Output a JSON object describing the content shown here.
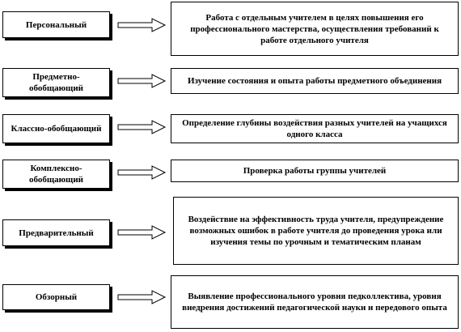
{
  "rows": [
    {
      "type": "Персональный",
      "purpose": "Работа с отдельным учителем в целях повышения его профессионального мастерства, осуществления требований к работе отдельного учителя"
    },
    {
      "type": "Предметно-обобщающий",
      "purpose": "Изучение состояния и опыта работы предметного объединения"
    },
    {
      "type": "Классно-обобщающий",
      "purpose": "Определение глубины воздействия разных учителей на учащихся одного класса"
    },
    {
      "type": "Комплексно-обобщающий",
      "purpose": "Проверка работы группы учителей"
    },
    {
      "type": "Предварительный",
      "purpose": "Воздействие на эффективность труда учителя, предупреждение возможных ошибок в работе учителя до проведения урока или изучения темы по урочным и тематическим планам"
    },
    {
      "type": "Обзорный",
      "purpose": "Выявление профессионального уровня педколлектива, уровня внедрения достижений педагогической науки и передового опыта"
    }
  ]
}
